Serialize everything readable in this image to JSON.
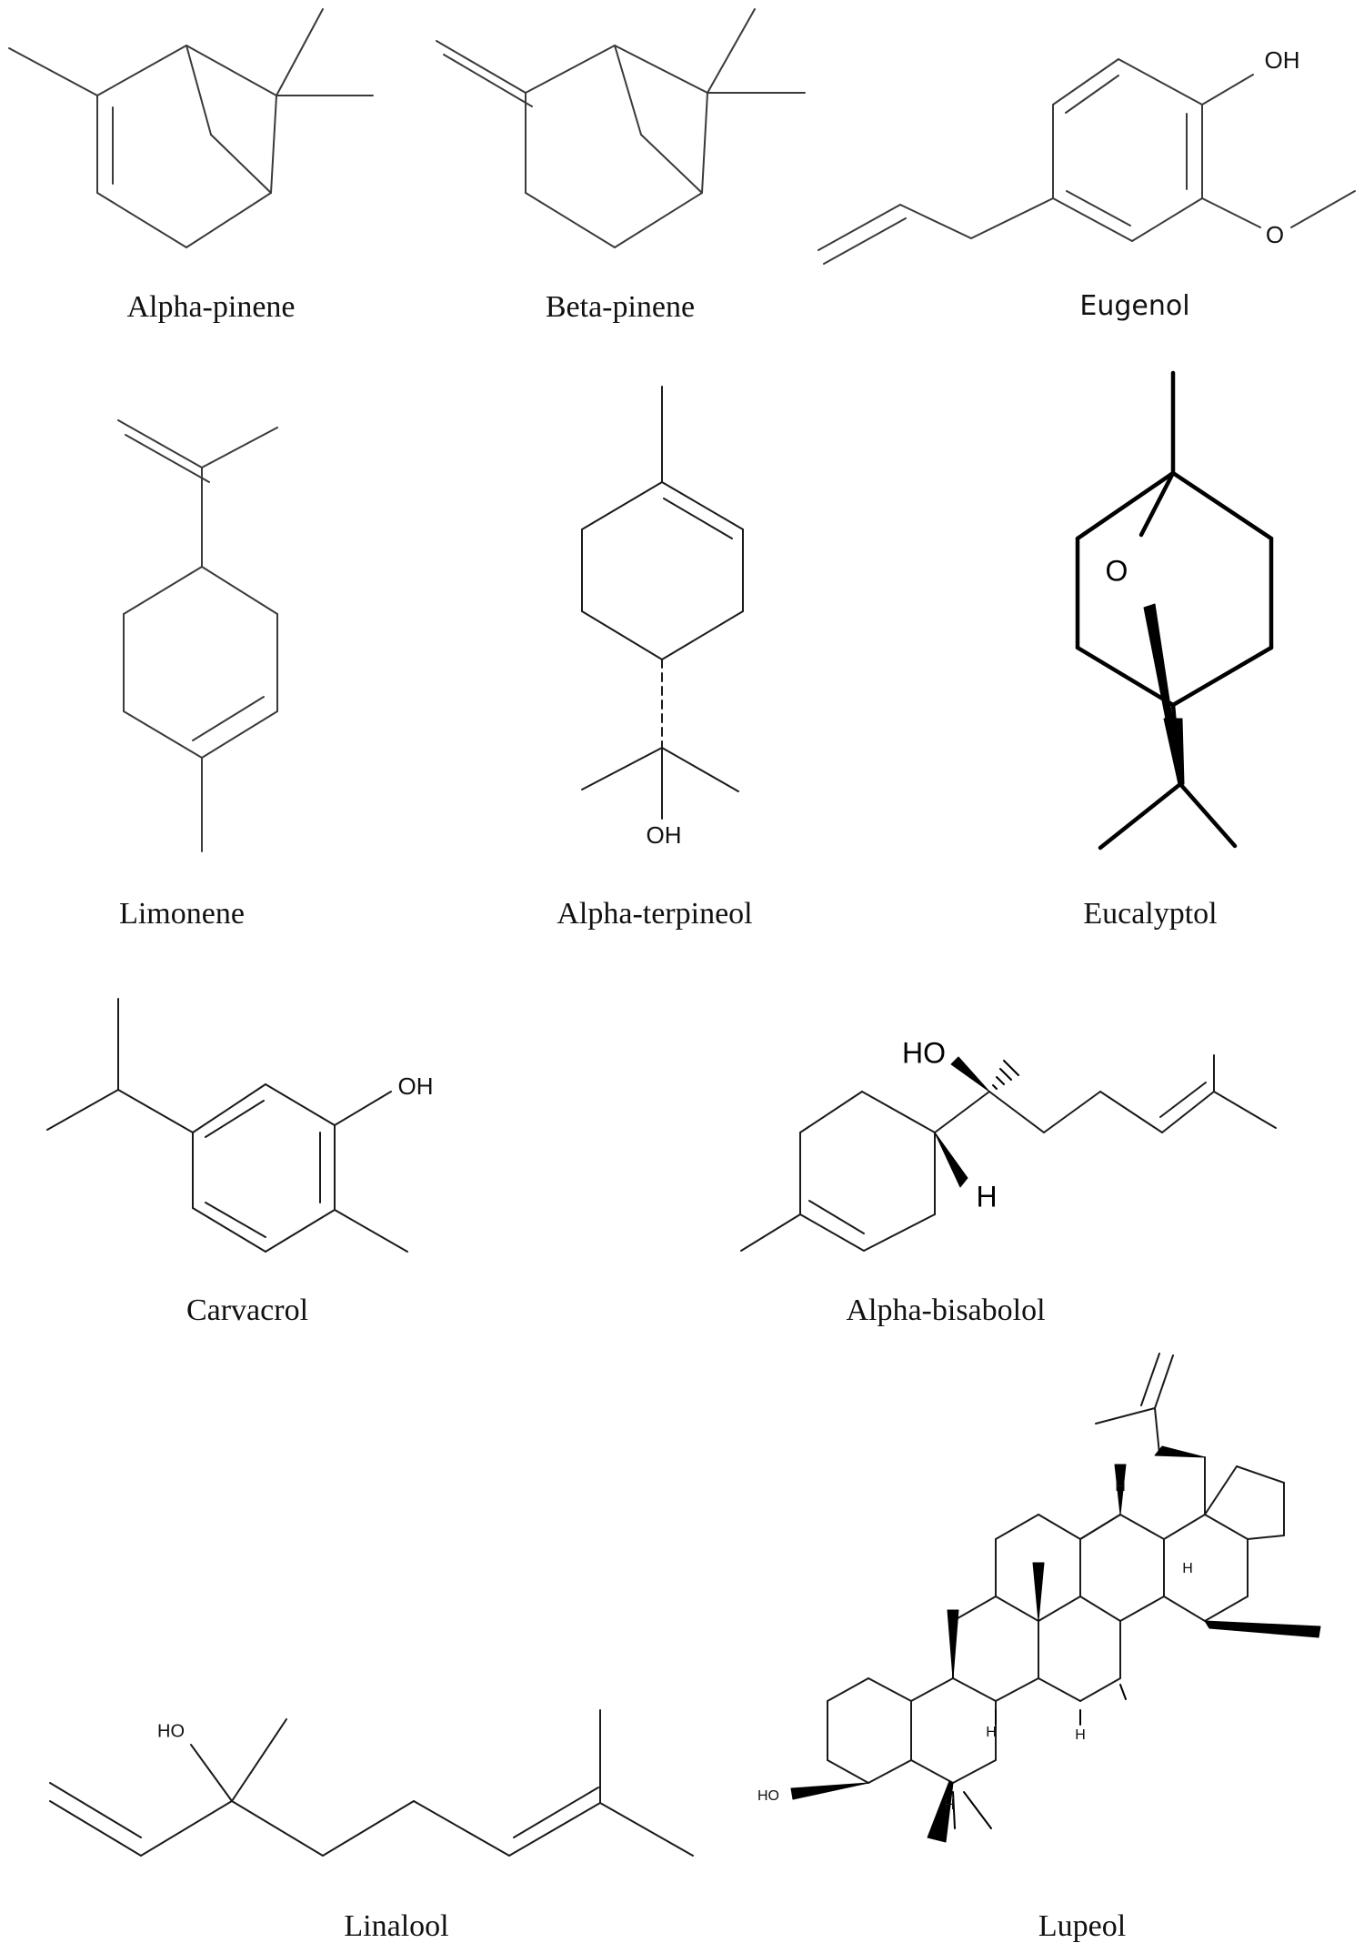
{
  "compounds": [
    {
      "id": "alpha-pinene",
      "name": "Alpha-pinene",
      "atoms": []
    },
    {
      "id": "beta-pinene",
      "name": "Beta-pinene",
      "atoms": []
    },
    {
      "id": "eugenol",
      "name": "Eugenol",
      "atoms": [
        "OH",
        "O"
      ]
    },
    {
      "id": "limonene",
      "name": "Limonene",
      "atoms": []
    },
    {
      "id": "alpha-terpineol",
      "name": "Alpha-terpineol",
      "atoms": [
        "OH"
      ]
    },
    {
      "id": "eucalyptol",
      "name": "Eucalyptol",
      "atoms": [
        "O"
      ]
    },
    {
      "id": "carvacrol",
      "name": "Carvacrol",
      "atoms": [
        "OH"
      ]
    },
    {
      "id": "alpha-bisabolol",
      "name": "Alpha-bisabolol",
      "atoms": [
        "HO",
        "H"
      ]
    },
    {
      "id": "linalool",
      "name": "Linalool",
      "atoms": [
        "HO"
      ]
    },
    {
      "id": "lupeol",
      "name": "Lupeol",
      "atoms": [
        "HO",
        "H",
        "H",
        "H",
        "H",
        "H"
      ]
    }
  ]
}
